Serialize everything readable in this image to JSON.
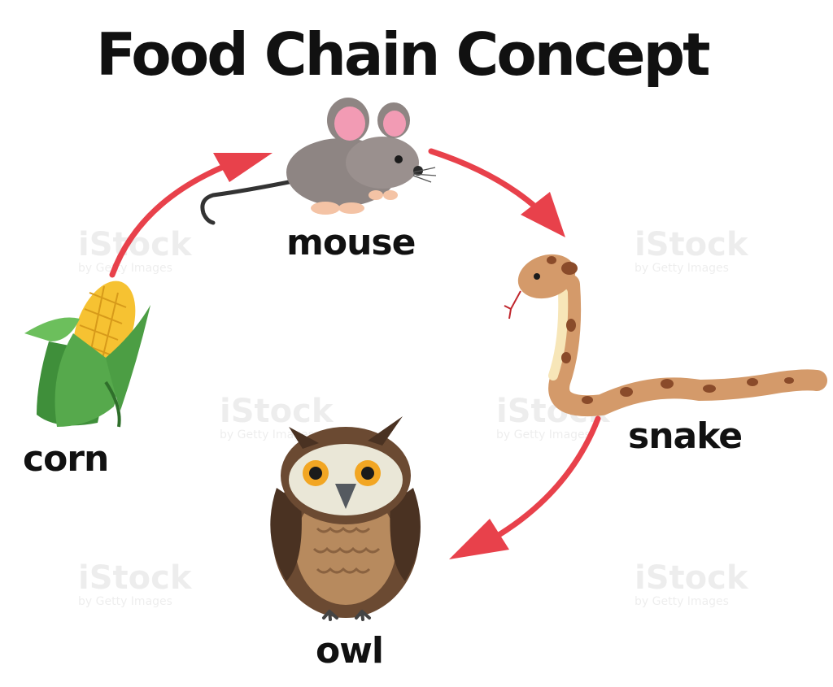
{
  "title": "Food Chain Concept",
  "organisms": {
    "corn": "corn",
    "mouse": "mouse",
    "snake": "snake",
    "owl": "owl"
  },
  "watermark": {
    "brand": "iStock",
    "credit": "by Getty Images"
  },
  "colors": {
    "arrow": "#e8414b",
    "text": "#111111"
  }
}
